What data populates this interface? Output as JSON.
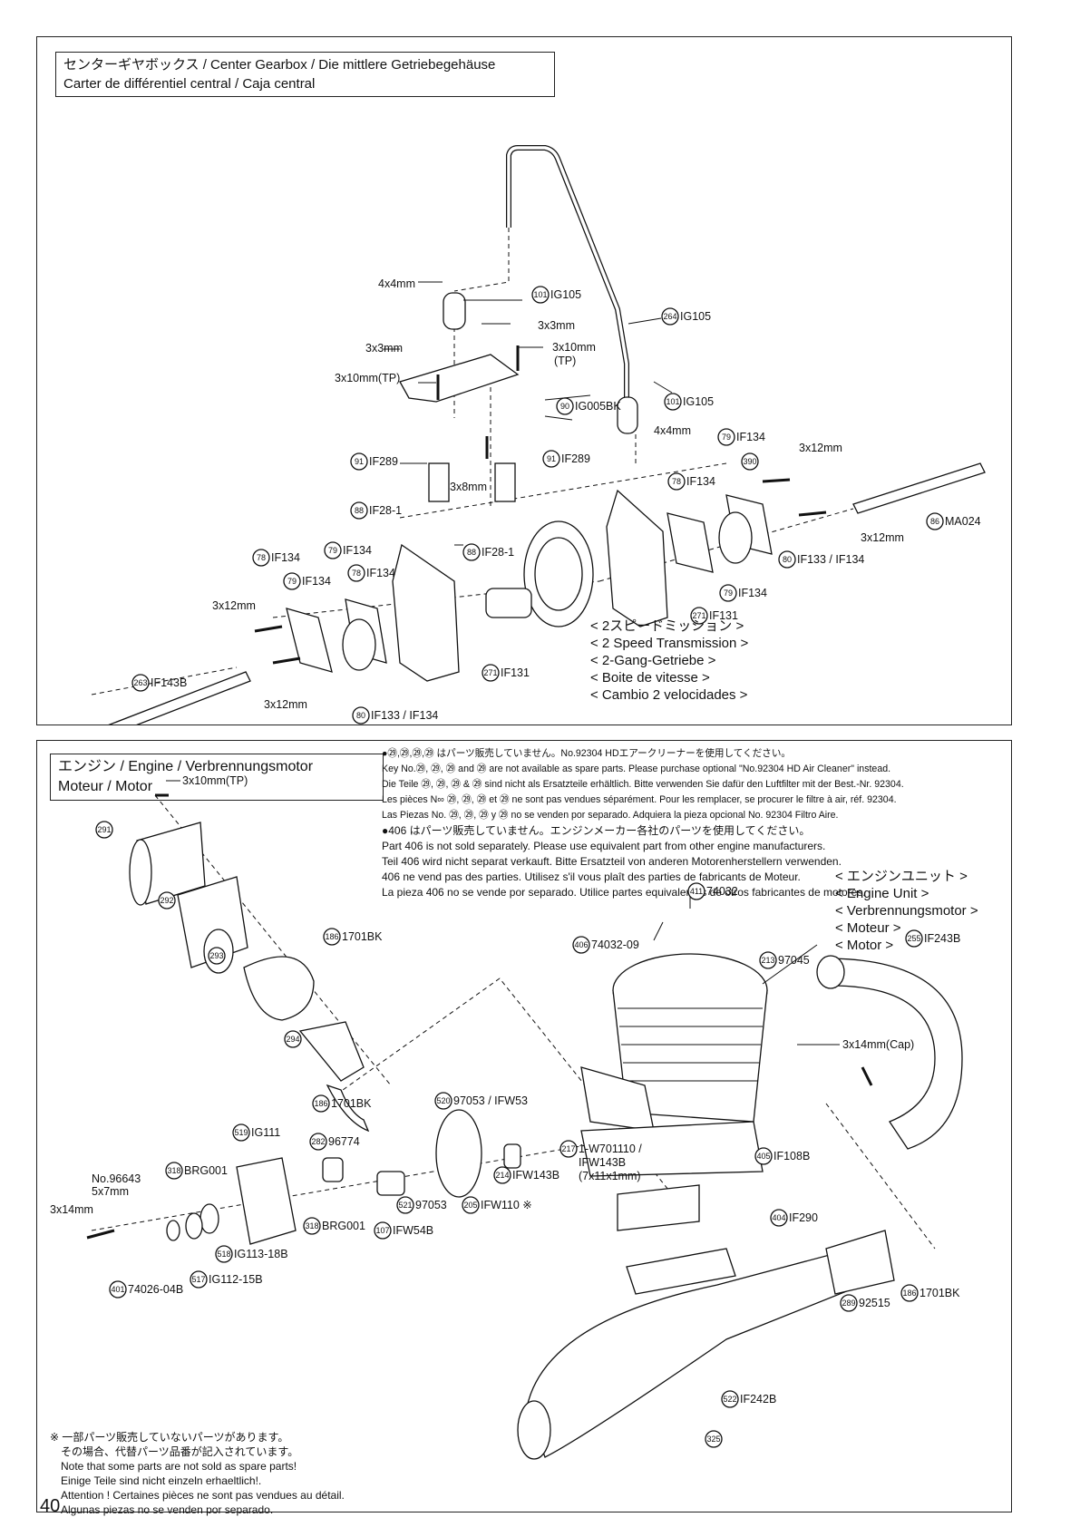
{
  "page_number": "40",
  "center_gearbox": {
    "title_line1": "センターギヤボックス / Center Gearbox / Die mittlere Getriebegehäuse",
    "title_line2": "Carter de différentiel central / Caja central",
    "transmission_label": [
      "< 2スピードミッション >",
      "< 2 Speed Transmission >",
      "< 2-Gang-Getriebe >",
      "< Boite de vitesse >",
      "< Cambio 2 velocidades >"
    ],
    "callouts": {
      "c101a": {
        "num": "101",
        "code": "IG105"
      },
      "c264": {
        "num": "264",
        "code": "IG105"
      },
      "c101b": {
        "num": "101",
        "code": "IG105"
      },
      "c90": {
        "num": "90",
        "code": "IG005BK"
      },
      "c91a": {
        "num": "91",
        "code": "IF289"
      },
      "c91b": {
        "num": "91",
        "code": "IF289"
      },
      "c88a": {
        "num": "88",
        "code": "IF28-1"
      },
      "c88b": {
        "num": "88",
        "code": "IF28-1"
      },
      "c79a": {
        "num": "79",
        "code": "IF134"
      },
      "c390": {
        "num": "390",
        "code": ""
      },
      "c78a": {
        "num": "78",
        "code": "IF134"
      },
      "c86": {
        "num": "86",
        "code": "MA024"
      },
      "c80a": {
        "num": "80",
        "code": "IF133 / IF134"
      },
      "c79b": {
        "num": "79",
        "code": "IF134"
      },
      "c271a": {
        "num": "271",
        "code": "IF131"
      },
      "c78b": {
        "num": "78",
        "code": "IF134"
      },
      "c79c": {
        "num": "79",
        "code": "IF134"
      },
      "c79d": {
        "num": "79",
        "code": "IF134"
      },
      "c78c": {
        "num": "78",
        "code": "IF134"
      },
      "c271b": {
        "num": "271",
        "code": "IF131"
      },
      "c263": {
        "num": "263",
        "code": "IF143B"
      },
      "c80b": {
        "num": "80",
        "code": "IF133 / IF134"
      }
    },
    "size_labels": {
      "s4x4a": "4x4mm",
      "s3x3a": "3x3mm",
      "s3x3b": "3x3mm",
      "s3x10tp_a": "3x10mm",
      "s3x10tp_a2": "(TP)",
      "s3x10tp_b": "3x10mm(TP)",
      "s4x4b": "4x4mm",
      "s3x8": "3x8mm",
      "s3x12a": "3x12mm",
      "s3x12b": "3x12mm",
      "s3x12c": "3x12mm",
      "s3x12d": "3x12mm"
    }
  },
  "engine": {
    "title_line1": "エンジン / Engine / Verbrennungsmotor",
    "title_line2": "Moteur / Motor",
    "notes_air_cleaner": [
      "●㉙,㉙,㉙,㉙ はパーツ販売していません。No.92304 HDエアークリーナーを使用してください。",
      "Key No.㉙, ㉙, ㉙ and ㉙ are not available as spare parts. Please purchase optional \"No.92304 HD Air Cleaner\" instead.",
      "Die Teile ㉙, ㉙, ㉙ & ㉙ sind nicht als Ersatzteile erhältlich. Bitte verwenden Sie dafür den Luftfilter mit der Best.-Nr. 92304.",
      "Les pièces N∞ ㉙, ㉙, ㉙ et ㉙ ne sont pas vendues séparément. Pour les remplacer, se procurer le filtre à air, réf. 92304.",
      "Las Piezas No. ㉙, ㉙, ㉙ y ㉙ no se venden por separado. Adquiera la pieza opcional No. 92304 Filtro Aire."
    ],
    "notes_part406": [
      "●406 はパーツ販売していません。エンジンメーカー各社のパーツを使用してください。",
      "Part 406 is not sold separately. Please use equivalent part from other engine manufacturers.",
      "Teil 406 wird nicht separat verkauft.  Bitte Ersatzteil von anderen Motorenherstellern verwenden.",
      "406 ne vend pas des parties.  Utilisez s'il vous plaît  des parties de fabricants de Moteur.",
      "La pieza 406 no se vende por separado. Utilice partes   equivalentes de otros fabricantes de motores."
    ],
    "unit_label": [
      "< エンジンユニット >",
      "< Engine Unit >",
      "< Verbrennungsmotor >",
      "< Moteur >",
      "< Motor >"
    ],
    "footnote": [
      "※ 一部パーツ販売していないパーツがあります。",
      "　その場合、代替パーツ品番が記入されています。",
      "　Note that some parts are not sold as spare parts!",
      "　Einige Teile sind nicht einzeln erhaeltlich!.",
      "　Attention ! Certaines pièces ne sont pas vendues au détail.",
      "　Algunas piezas no se venden por separado."
    ],
    "callouts": {
      "c291": {
        "num": "291",
        "code": ""
      },
      "c292": {
        "num": "292",
        "code": ""
      },
      "c293": {
        "num": "293",
        "code": ""
      },
      "c294": {
        "num": "294",
        "code": ""
      },
      "c186a": {
        "num": "186",
        "code": "1701BK"
      },
      "c186b": {
        "num": "186",
        "code": "1701BK"
      },
      "c411": {
        "num": "411",
        "code": "74032"
      },
      "c406": {
        "num": "406",
        "code": "74032-09"
      },
      "c213": {
        "num": "213",
        "code": "97045"
      },
      "c255": {
        "num": "255",
        "code": "IF243B"
      },
      "c520": {
        "num": "520",
        "code": "97053 / IFW53"
      },
      "c519": {
        "num": "519",
        "code": "IG111"
      },
      "c282": {
        "num": "282",
        "code": "96774"
      },
      "c318a": {
        "num": "318",
        "code": "BRG001"
      },
      "c217": {
        "num": "217",
        "code": "1-W701110 /"
      },
      "c214": {
        "num": "214",
        "code": "IFW143B"
      },
      "c405": {
        "num": "405",
        "code": "IF108B"
      },
      "c521": {
        "num": "521",
        "code": "97053"
      },
      "c205": {
        "num": "205",
        "code": "IFW110 ※"
      },
      "c404": {
        "num": "404",
        "code": "IF290"
      },
      "c318b": {
        "num": "318",
        "code": "BRG001"
      },
      "c107": {
        "num": "107",
        "code": "IFW54B"
      },
      "c518": {
        "num": "518",
        "code": "IG113-18B"
      },
      "c517": {
        "num": "517",
        "code": "IG112-15B"
      },
      "c401": {
        "num": "401",
        "code": "74026-04B"
      },
      "c289": {
        "num": "289",
        "code": "92515"
      },
      "c186c": {
        "num": "186",
        "code": "1701BK"
      },
      "c522": {
        "num": "522",
        "code": "IF242B"
      },
      "c325": {
        "num": "325",
        "code": ""
      }
    },
    "size_labels": {
      "s3x10tp": "3x10mm(TP)",
      "s3x14cap": "3x14mm(Cap)",
      "s96643a": "No.96643",
      "s96643b": "5x7mm",
      "s3x14": "3x14mm",
      "s217b": "IFW143B",
      "s217c": "(7x11x1mm)"
    }
  }
}
